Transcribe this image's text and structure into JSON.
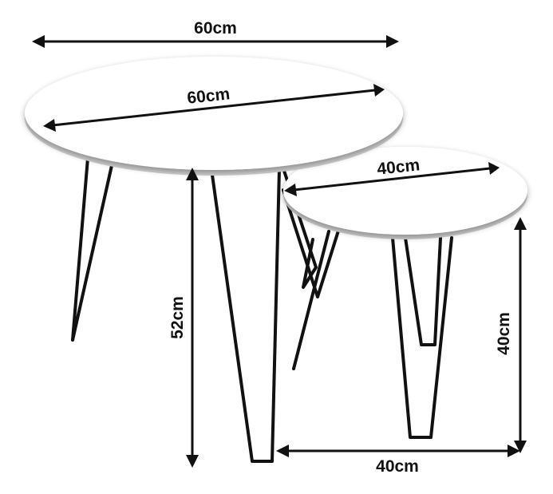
{
  "colors": {
    "tabletop": "#ffffff",
    "tabletop_edge": "#d9d9d9",
    "legs": "#111111",
    "arrow": "#111111",
    "label": "#111111"
  },
  "dimensions": {
    "large_width_top": "60cm",
    "large_top_diameter": "60cm",
    "small_top_diameter": "40cm",
    "large_height": "52cm",
    "small_height": "40cm",
    "small_width_bottom": "40cm"
  }
}
